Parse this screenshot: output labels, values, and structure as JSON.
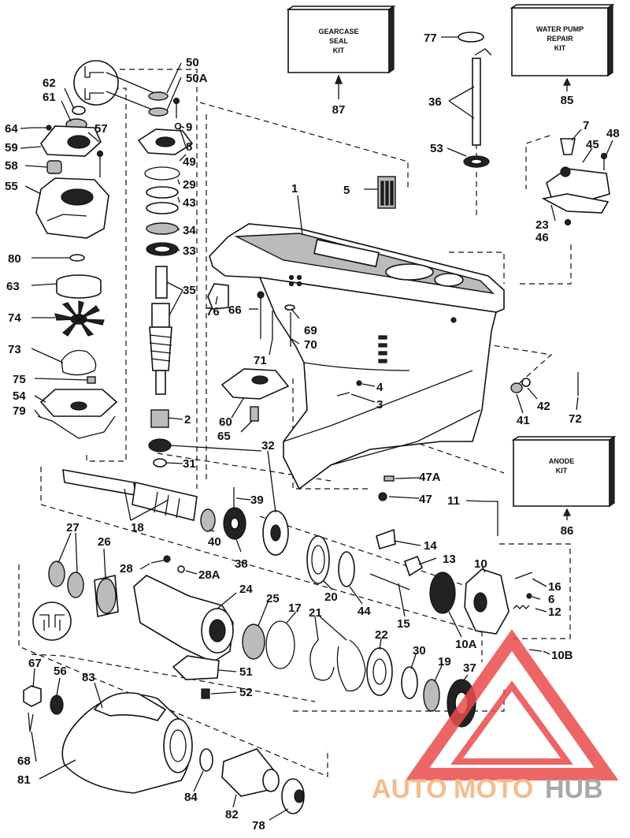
{
  "diagram": {
    "kits": {
      "gearcase_seal": {
        "line1": "GEARCASE",
        "line2": "SEAL",
        "line3": "KIT",
        "number": "87"
      },
      "water_pump": {
        "line1": "WATER PUMP",
        "line2": "REPAIR",
        "line3": "KIT",
        "number": "85"
      },
      "anode": {
        "line1": "ANODE",
        "line2": "KIT",
        "number": "86"
      }
    },
    "labels": {
      "p1": "1",
      "p2": "2",
      "p3": "3",
      "p4": "4",
      "p5": "5",
      "p6": "6",
      "p7": "7",
      "p8": "8",
      "p9": "9",
      "p10": "10",
      "p10A": "10A",
      "p10B": "10B",
      "p11": "11",
      "p12": "12",
      "p13": "13",
      "p14": "14",
      "p15": "15",
      "p16": "16",
      "p17": "17",
      "p18": "18",
      "p19": "19",
      "p20": "20",
      "p21": "21",
      "p22": "22",
      "p23": "23",
      "p24": "24",
      "p25": "25",
      "p26": "26",
      "p27": "27",
      "p28": "28",
      "p28A": "28A",
      "p29": "29",
      "p30": "30",
      "p31": "31",
      "p32": "32",
      "p33": "33",
      "p34": "34",
      "p35": "35",
      "p36": "36",
      "p37": "37",
      "p38": "38",
      "p39": "39",
      "p40": "40",
      "p41": "41",
      "p42": "42",
      "p43": "43",
      "p44": "44",
      "p45": "45",
      "p46": "46",
      "p47": "47",
      "p47A": "47A",
      "p48": "48",
      "p49": "49",
      "p50": "50",
      "p50A": "50A",
      "p51": "51",
      "p52": "52",
      "p53": "53",
      "p54": "54",
      "p55": "55",
      "p56": "56",
      "p57": "57",
      "p58": "58",
      "p59": "59",
      "p60": "60",
      "p61": "61",
      "p62": "62",
      "p63": "63",
      "p64": "64",
      "p65": "65",
      "p66": "66",
      "p67": "67",
      "p68": "68",
      "p69": "69",
      "p70": "70",
      "p71": "71",
      "p72": "72",
      "p73": "73",
      "p74": "74",
      "p75": "75",
      "p76": "76",
      "p77": "77",
      "p78": "78",
      "p79": "79",
      "p80": "80",
      "p81": "81",
      "p82": "82",
      "p83": "83",
      "p84": "84"
    }
  },
  "watermark": {
    "text_auto": "AUTO",
    "text_moto": "MOTO",
    "text_hub": "HUB",
    "colors": {
      "auto": "#f3b27a",
      "moto": "#f3b27a",
      "hub": "#9a9a9a",
      "triangle": "#ea4c4c"
    }
  }
}
